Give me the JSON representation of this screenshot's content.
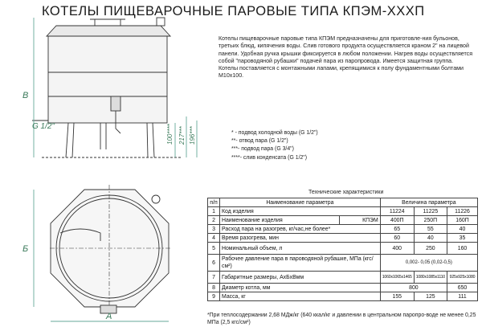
{
  "title": "КОТЕЛЫ ПИЩЕВАРОЧНЫЕ ПАРОВЫЕ ТИПА КПЭМ-XXXП",
  "description": "Котелы пищеварочные паровые типа КПЭМ предназначены для приготовле-ния бульонов, третьих блюд, кипячения воды. Слив готового продукта осуществляется краном 2\" на лицевой панели. Удобная ручка крышки фиксируется в любом положении. Нагрев воды осуществляется собой \"пароводяной рубашки\" подачей пара из паропровода. Имеется защитная группа. Котелы поставляется с монтажными лапами, крепящимися к полу фундаментными болтами М10х100.",
  "notes": [
    "* - подвод холодной воды (G 1/2\")",
    "**- отвод пара (G 1/2\")",
    "***- подвод пара (G 3/4\")",
    "****- слив конденсата (G 1/2\")"
  ],
  "drawing_labels": {
    "dim_b_side": "В",
    "dim_b_top": "Б",
    "dim_a": "А",
    "pipe": "G 1/2\"",
    "d1": "100****",
    "d2": "217***",
    "d3": "196***"
  },
  "table_title": "Технические характеристики",
  "table_header": [
    "п/п",
    "Наименование параметра",
    "Величина параметра"
  ],
  "rows": [
    {
      "n": "1",
      "name": "Код изделия",
      "unit": "",
      "v": [
        "11224",
        "11225",
        "11226"
      ]
    },
    {
      "n": "2",
      "name": "Наименование изделия",
      "unit": "КПЭМ",
      "v": [
        "400П",
        "250П",
        "160П"
      ]
    },
    {
      "n": "3",
      "name": "Расход пара на разогрев, кг/час,не более*",
      "unit": "",
      "v": [
        "65",
        "55",
        "40"
      ]
    },
    {
      "n": "4",
      "name": "Время разогрева, мин",
      "unit": "",
      "v": [
        "60",
        "40",
        "35"
      ]
    },
    {
      "n": "5",
      "name": "Номинальный объем, л",
      "unit": "",
      "v": [
        "400",
        "250",
        "160"
      ]
    },
    {
      "n": "6",
      "name": "Рабочее давление пара в пароводяной рубашке, МПа (кгс/см²)",
      "unit": "",
      "merged": "0,002- 0,05 (0,02-0,5)"
    },
    {
      "n": "7",
      "name": "Габаритные размеры, АхБхВмм",
      "unit": "",
      "v": [
        "1060x1065x1465",
        "1080x1085x1110",
        "925x925x1080"
      ]
    },
    {
      "n": "8",
      "name": "Диаметр котла, мм",
      "unit": "",
      "v01": "800",
      "v2": "650"
    },
    {
      "n": "9",
      "name": "Масса, кг",
      "unit": "",
      "v": [
        "155",
        "125",
        "111"
      ]
    }
  ],
  "footnote": "*При теплосодержании 2,68 МДж/кг (640 ккал/кг и давлении в центральном паропро-воде не менее 0,25 МПа (2,5 кгс/см²)"
}
